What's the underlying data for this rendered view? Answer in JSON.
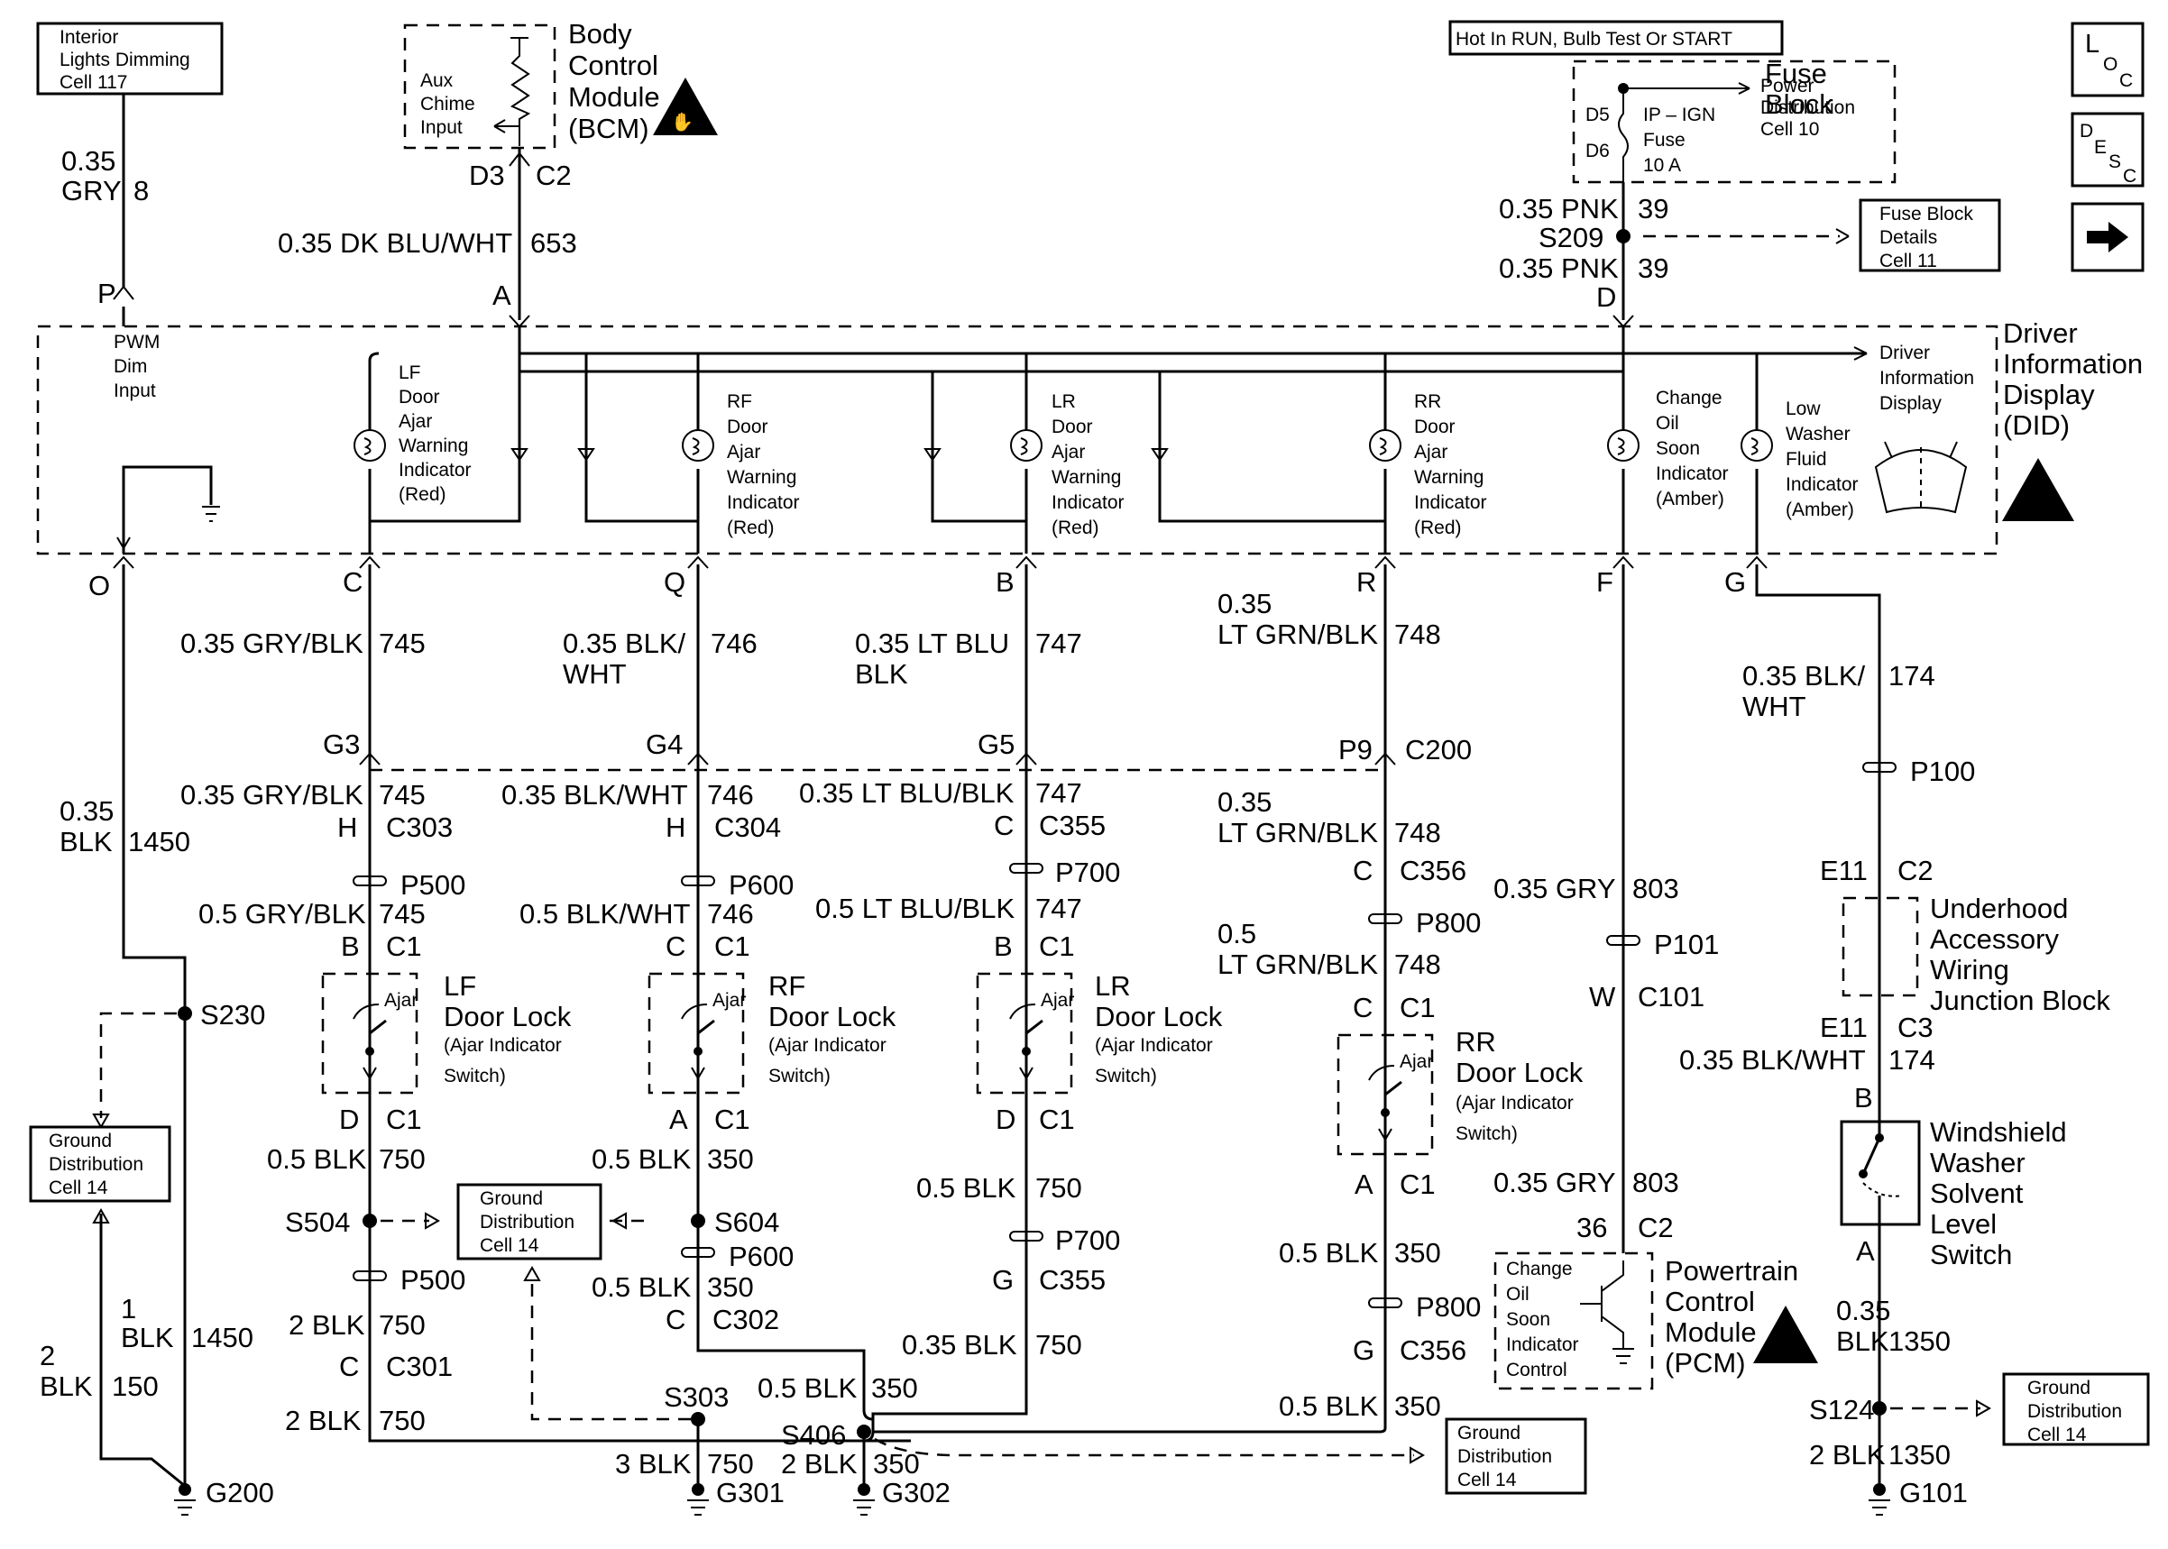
{
  "titles": {
    "bcm": [
      "Body",
      "Control",
      "Module",
      "(BCM)"
    ],
    "fuse_block": [
      "Fuse",
      "Block"
    ],
    "did": [
      "Driver",
      "Information",
      "Display",
      "(DID)"
    ],
    "did_display": [
      "Driver",
      "Information",
      "Display"
    ],
    "pcm": [
      "Powertrain",
      "Control",
      "Module",
      "(PCM)"
    ],
    "underhood": [
      "Underhood",
      "Accessory",
      "Wiring",
      "Junction Block"
    ],
    "washer_switch": [
      "Windshield",
      "Washer",
      "Solvent",
      "Level",
      "Switch"
    ]
  },
  "refs": {
    "interior_lights": [
      "Interior",
      "Lights Dimming",
      "Cell 117"
    ],
    "hot_in_run": "Hot In RUN, Bulb Test Or START",
    "power_dist": [
      "Power",
      "Distribution",
      "Cell 10"
    ],
    "fuse_details": [
      "Fuse Block",
      "Details",
      "Cell 11"
    ],
    "ground_dist": [
      "Ground",
      "Distribution",
      "Cell 14"
    ]
  },
  "nav": {
    "loc": [
      "L",
      "O",
      "C"
    ],
    "desc": [
      "D",
      "E",
      "S",
      "C"
    ],
    "next_icon": "right-arrow-icon"
  },
  "bcm_inner": [
    "Aux",
    "Chime",
    "Input"
  ],
  "fuse": {
    "d5": "D5",
    "d6": "D6",
    "label": [
      "IP – IGN",
      "Fuse",
      "10 A"
    ]
  },
  "pwm": [
    "PWM",
    "Dim",
    "Input"
  ],
  "indicators": {
    "lf": [
      "LF",
      "Door",
      "Ajar",
      "Warning",
      "Indicator",
      "(Red)"
    ],
    "rf": [
      "RF",
      "Door",
      "Ajar",
      "Warning",
      "Indicator",
      "(Red)"
    ],
    "lr": [
      "LR",
      "Door",
      "Ajar",
      "Warning",
      "Indicator",
      "(Red)"
    ],
    "rr": [
      "RR",
      "Door",
      "Ajar",
      "Warning",
      "Indicator",
      "(Red)"
    ],
    "oil": [
      "Change",
      "Oil",
      "Soon",
      "Indicator",
      "(Amber)"
    ],
    "washer": [
      "Low",
      "Washer",
      "Fluid",
      "Indicator",
      "(Amber)"
    ]
  },
  "pins": {
    "p": "P",
    "a": "A",
    "d_top": "D",
    "d3": "D3",
    "c2_bcm": "C2",
    "o": "O",
    "c": "C",
    "q": "Q",
    "b": "B",
    "r": "R",
    "f": "F",
    "g": "G"
  },
  "wires": {
    "gry8": [
      "0.35",
      "GRY",
      "8"
    ],
    "dkblu": [
      "0.35 DK BLU/WHT",
      "653"
    ],
    "pnk_top": [
      "0.35 PNK",
      "39"
    ],
    "s209": "S209",
    "pnk_bot": [
      "0.35 PNK",
      "39"
    ],
    "blk1450": [
      "0.35",
      "BLK",
      "1450"
    ],
    "gry745a": [
      "0.35 GRY/BLK",
      "745"
    ],
    "blk746a": [
      "0.35 BLK/",
      "WHT",
      "746"
    ],
    "lt747a": [
      "0.35 LT BLU",
      "BLK",
      "747"
    ],
    "grn748a": [
      "0.35",
      "LT GRN/BLK",
      "748"
    ],
    "blk174a": [
      "0.35 BLK/",
      "WHT",
      "174"
    ]
  },
  "lf_column": {
    "g": "G3",
    "wire2": [
      "0.35 GRY/BLK",
      "745"
    ],
    "h": "H",
    "c303": "C303",
    "p500": "P500",
    "wire3": [
      "0.5 GRY/BLK",
      "745"
    ],
    "b": "B",
    "c1": "C1",
    "lock": [
      "LF",
      "Door Lock",
      "(Ajar Indicator",
      "Switch)"
    ],
    "ajar": "Ajar",
    "d": "D",
    "c1b": "C1",
    "wire4": [
      "0.5 BLK",
      "750"
    ],
    "s504": "S504",
    "p500b": "P500",
    "wire5": [
      "2 BLK",
      "750"
    ],
    "c": "C",
    "c301": "C301",
    "wire6": [
      "2 BLK",
      "750"
    ]
  },
  "rf_column": {
    "g": "G4",
    "wire2": [
      "0.35 BLK/WHT",
      "746"
    ],
    "h": "H",
    "c304": "C304",
    "p600": "P600",
    "wire3": [
      "0.5 BLK/WHT",
      "746"
    ],
    "c": "C",
    "c1": "C1",
    "lock": [
      "RF",
      "Door Lock",
      "(Ajar Indicator",
      "Switch)"
    ],
    "ajar": "Ajar",
    "a": "A",
    "c1b": "C1",
    "wire4": [
      "0.5 BLK",
      "350"
    ],
    "s604": "S604",
    "p600b": "P600",
    "wire5": [
      "0.5 BLK",
      "350"
    ],
    "cb": "C",
    "c302": "C302"
  },
  "lr_column": {
    "g": "G5",
    "wire2": [
      "0.35 LT BLU/BLK",
      "747"
    ],
    "c": "C",
    "c355": "C355",
    "p700": "P700",
    "wire3": [
      "0.5 LT BLU/BLK",
      "747"
    ],
    "b": "B",
    "c1": "C1",
    "lock": [
      "LR",
      "Door Lock",
      "(Ajar Indicator",
      "Switch)"
    ],
    "ajar": "Ajar",
    "d": "D",
    "c1b": "C1",
    "wire4": [
      "0.5 BLK",
      "750"
    ],
    "p700b": "P700",
    "g2": "G",
    "c355b": "C355",
    "wire5": [
      "0.35 BLK",
      "750"
    ]
  },
  "rr_column": {
    "p9": "P9",
    "c200": "C200",
    "wire2": [
      "0.35",
      "LT GRN/BLK",
      "748"
    ],
    "c": "C",
    "c356": "C356",
    "p800": "P800",
    "wire3": [
      "0.5",
      "LT GRN/BLK",
      "748"
    ],
    "cc": "C",
    "c1": "C1",
    "lock": [
      "RR",
      "Door Lock",
      "(Ajar Indicator",
      "Switch)"
    ],
    "ajar": "Ajar",
    "a": "A",
    "c1b": "C1",
    "wire4": [
      "0.5 BLK",
      "350"
    ],
    "p800b": "P800",
    "g": "G",
    "c356b": "C356",
    "wire5": [
      "0.5 BLK",
      "350"
    ]
  },
  "oil_column": {
    "wire1": [
      "0.35 GRY",
      "803"
    ],
    "p101": "P101",
    "w": "W",
    "c101": "C101",
    "wire2": [
      "0.35 GRY",
      "803"
    ],
    "pin36": "36",
    "c2": "C2",
    "control": [
      "Change",
      "Oil",
      "Soon",
      "Indicator",
      "Control"
    ]
  },
  "washer_column": {
    "p100": "P100",
    "e11": "E11",
    "c2": "C2",
    "e11b": "E11",
    "c3": "C3",
    "wire2": [
      "0.35 BLK/WHT",
      "174"
    ],
    "b": "B",
    "a": "A",
    "wire3": [
      "0.35",
      "BLK",
      "1350"
    ],
    "s124": "S124",
    "wire4": [
      "2 BLK",
      "1350"
    ],
    "g101": "G101"
  },
  "grounds": {
    "s230": "S230",
    "wire_150": [
      "2",
      "BLK",
      "150"
    ],
    "wire_1": [
      "1",
      "BLK",
      "1450"
    ],
    "g200": "G200",
    "s303": "S303",
    "wire_303": [
      "0.5 BLK",
      "350"
    ],
    "s406": "S406",
    "wire_750": [
      "3 BLK",
      "750"
    ],
    "wire_350": [
      "2 BLK",
      "350"
    ],
    "g301": "G301",
    "g302": "G302"
  },
  "colors": {
    "ink": "#000000",
    "paper": "#ffffff"
  }
}
